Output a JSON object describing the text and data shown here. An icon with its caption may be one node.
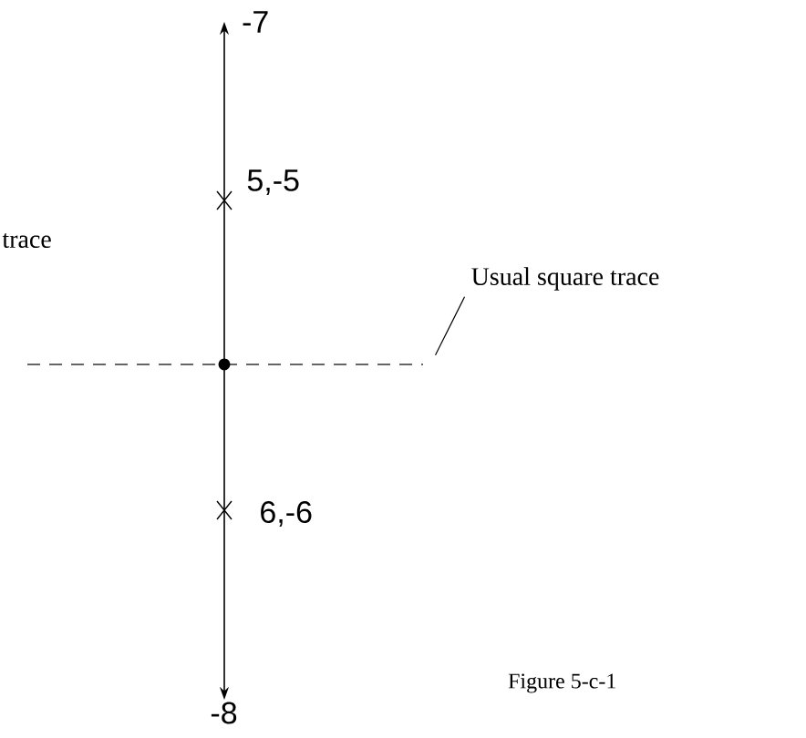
{
  "diagram": {
    "caption": "Figure 5-c-1",
    "nodes": [
      {
        "text": [
          "-7"
        ]
      },
      {
        "text": [
          "-8"
        ]
      },
      {
        "text": [
          "Usual square trace"
        ]
      }
    ],
    "edges": [
      {
        "from": 1,
        "to": 0,
        "arrow": "both"
      },
      {
        "from": 2,
        "to": null,
        "arrow": "none"
      }
    ],
    "labels": [
      "5,-5",
      "trace",
      "6,-6"
    ]
  }
}
